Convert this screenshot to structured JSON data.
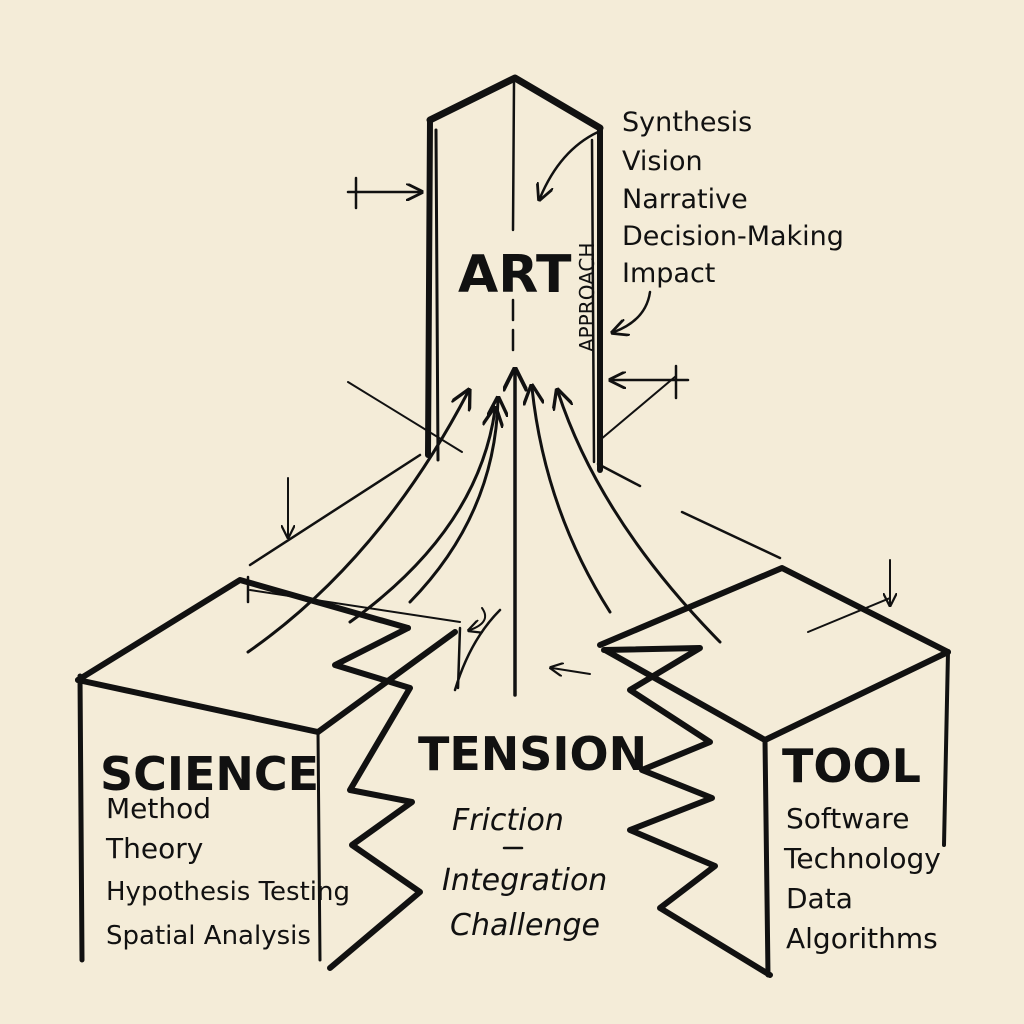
{
  "art": {
    "title": "ART",
    "side_label": "APPROACH",
    "items": [
      "Synthesis",
      "Vision",
      "Narrative",
      "Decision-Making",
      "Impact"
    ]
  },
  "science": {
    "title": "SCIENCE",
    "items": [
      "Method",
      "Theory",
      "Hypothesis Testing",
      "Spatial Analysis"
    ]
  },
  "tension": {
    "title": "TENSION",
    "items": [
      "Friction",
      "Integration",
      "Challenge"
    ]
  },
  "tool": {
    "title": "TOOL",
    "items": [
      "Software",
      "Technology",
      "Data",
      "Algorithms"
    ]
  },
  "colors": {
    "paper": "#f4ecd8",
    "ink": "#111111"
  }
}
